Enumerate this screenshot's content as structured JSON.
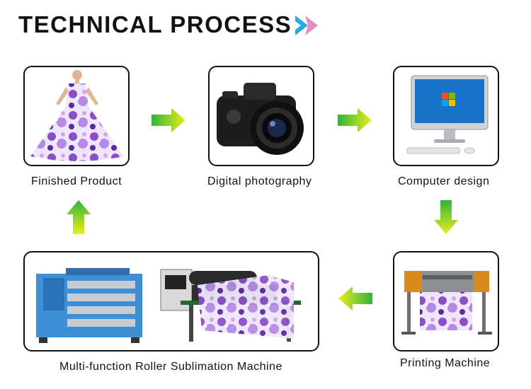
{
  "header": {
    "title": "TECHNICAL PROCESS",
    "title_arrows_icon": "double-chevron-right-icon"
  },
  "steps": [
    {
      "label": "Finished Product",
      "image": "floral-dress-image"
    },
    {
      "label": "Digital photography",
      "image": "dslr-camera-image"
    },
    {
      "label": "Computer design",
      "image": "desktop-computer-image"
    },
    {
      "label": "Printing Machine",
      "image": "large-format-printer-image"
    },
    {
      "label": "Multi-function Roller Sublimation Machine",
      "image": "roller-sublimation-machines-image"
    }
  ],
  "colors": {
    "arrow_green": "#2fb53a",
    "arrow_yellow": "#e9ec1c",
    "chevron_blue": "#29a9e1",
    "chevron_pink": "#e88bbd",
    "floral_purple": "#8a4fc7"
  }
}
